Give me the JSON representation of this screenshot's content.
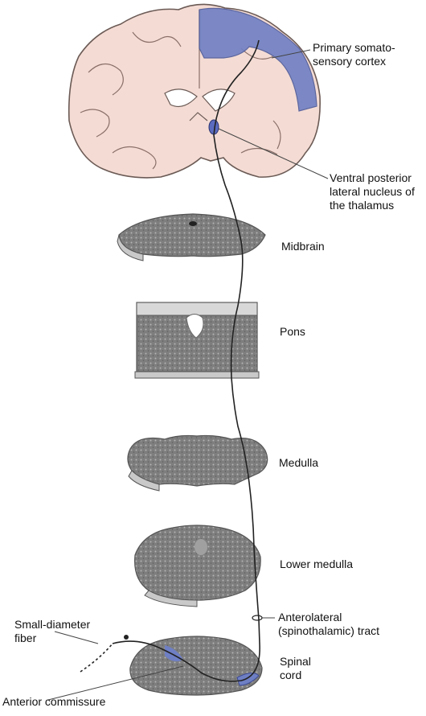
{
  "labels": {
    "cortex": [
      "Primary somato-",
      "sensory cortex"
    ],
    "vpl": [
      "Ventral posterior",
      "lateral nucleus of",
      "the thalamus"
    ],
    "midbrain": "Midbrain",
    "pons": "Pons",
    "medulla": "Medulla",
    "lower_medulla": "Lower medulla",
    "tract": [
      "Anterolateral",
      "(spinothalamic) tract"
    ],
    "spinal": [
      "Spinal",
      "cord"
    ],
    "fiber": [
      "Small-diameter",
      "fiber"
    ],
    "commissure": "Anterior commissure"
  },
  "colors": {
    "brain_tissue": "#f4dcd4",
    "brain_outline": "#6b5a55",
    "cortex_highlight": "#6f7fc4",
    "section_gray": "#8c8c8c",
    "section_light": "#c9c9c9",
    "pathway": "#222222"
  }
}
